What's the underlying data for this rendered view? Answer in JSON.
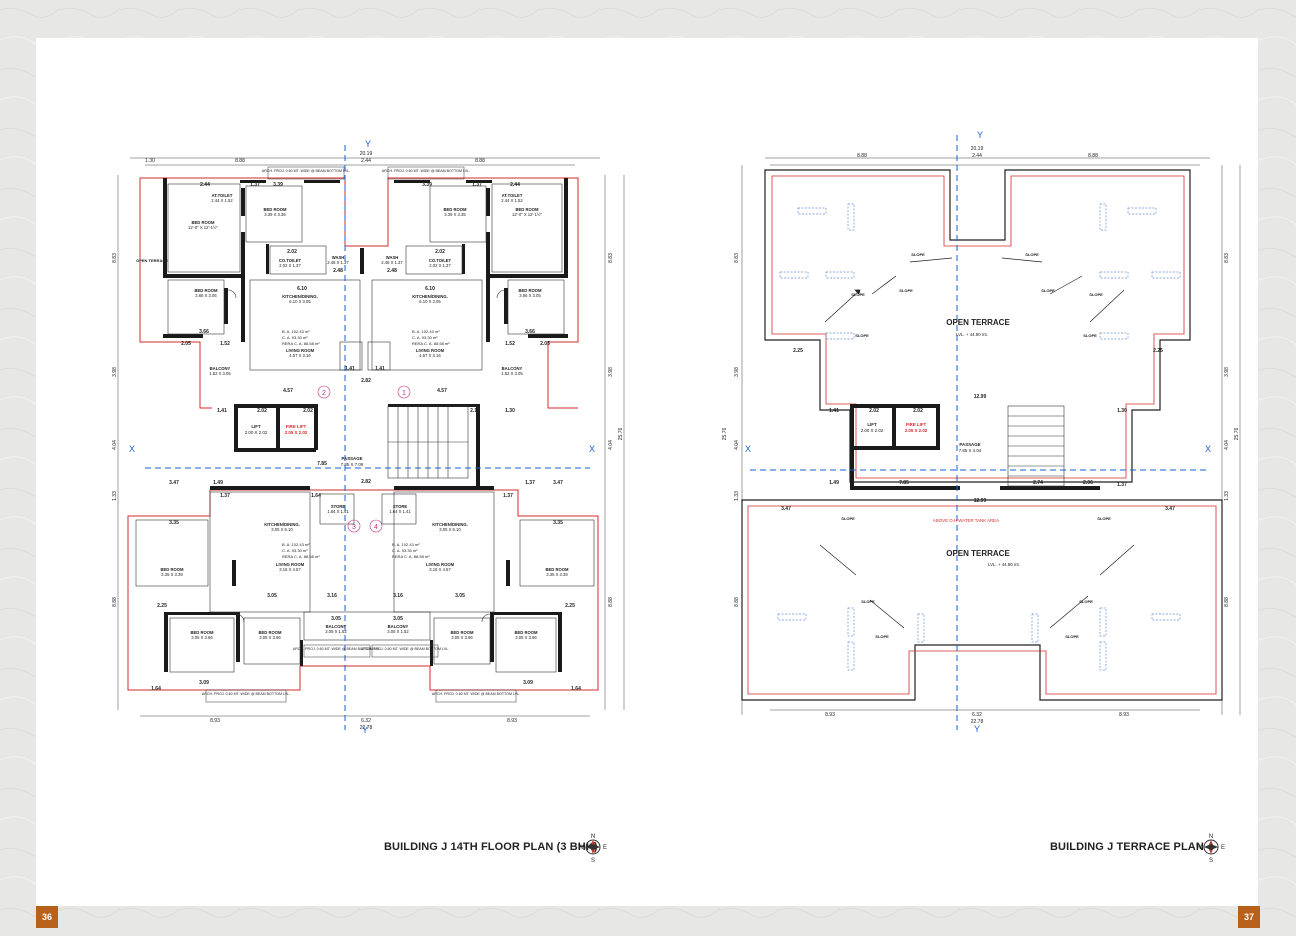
{
  "left_plan": {
    "caption": "BUILDING J 14TH FLOOR PLAN (3 BHK)",
    "dims": {
      "top_total": "20.19",
      "top_core": "2.44",
      "top_left": "8.88",
      "top_right": "8.88",
      "top_first": "1.30",
      "bottom_total": "22.78",
      "bottom_core": "6.32",
      "bottom_left": "8.93",
      "bottom_right": "8.93",
      "side_total": "25.76",
      "side_top": "8.83",
      "side_mid1": "3.98",
      "side_mid2": "4.04",
      "side_mid3": "1.33",
      "side_bottom": "8.88"
    },
    "rooms": [
      {
        "name": "BED ROOM",
        "size": "3.39 X 3.35"
      },
      {
        "name": "BED ROOM",
        "size": "3.39 X 3.35"
      },
      {
        "name": "BED ROOM",
        "size": "12'-0\" X 12'-1½\""
      },
      {
        "name": "BED ROOM",
        "size": "12'-0\" X 12'-1½\""
      },
      {
        "name": "BED ROOM",
        "size": "3.66 X 3.05"
      },
      {
        "name": "BED ROOM",
        "size": "3.66 X 3.05"
      },
      {
        "name": "KITCHEN/DINING.",
        "size": "6.10 X 3.05"
      },
      {
        "name": "KITCHEN/DINING.",
        "size": "6.10 X 3.05"
      },
      {
        "name": "LIVING ROOM",
        "size": "4.57 X 3.16"
      },
      {
        "name": "LIVING ROOM",
        "size": "4.57 X 3.16"
      },
      {
        "name": "WASH",
        "size": "2.48 X 1.37"
      },
      {
        "name": "WASH",
        "size": "2.48 X 1.37"
      },
      {
        "name": "CO.TOILET",
        "size": "2.02 X 1.37"
      },
      {
        "name": "CO.TOILET",
        "size": "2.02 X 1.37"
      },
      {
        "name": "AT.TOILET",
        "size": "2.44 X 1.52"
      },
      {
        "name": "AT.TOILET",
        "size": "2.44 X 1.52"
      },
      {
        "name": "BALCONY",
        "size": "1.52 X 3.05"
      },
      {
        "name": "BALCONY",
        "size": "1.52 X 3.05"
      },
      {
        "name": "KITCHEN/DINING.",
        "size": "3.05 X 6.10"
      },
      {
        "name": "KITCHEN/DINING.",
        "size": "3.05 X 6.10"
      },
      {
        "name": "LIVING ROOM",
        "size": "3.16 X 4.57"
      },
      {
        "name": "LIVING ROOM",
        "size": "3.16 X 4.57"
      },
      {
        "name": "BED ROOM",
        "size": "3.35 X 3.39"
      },
      {
        "name": "BED ROOM",
        "size": "3.35 X 3.39"
      },
      {
        "name": "BED ROOM",
        "size": "3.05 X 3.66"
      },
      {
        "name": "BED ROOM",
        "size": "3.05 X 3.66"
      },
      {
        "name": "BED ROOM",
        "size": "3.05 X 3.66"
      },
      {
        "name": "BED ROOM",
        "size": "3.05 X 3.66"
      },
      {
        "name": "BALCONY",
        "size": "3.05 X 1.52"
      },
      {
        "name": "BALCONY",
        "size": "3.05 X 1.52"
      },
      {
        "name": "STORE",
        "size": "1.64 X 1.41"
      },
      {
        "name": "STORE",
        "size": "1.64 X 1.41"
      }
    ],
    "areas_top": [
      "B. A. 102.43 m²",
      "C. A. 93.30 m²",
      "RERA C. A. 88.58 m²"
    ],
    "areas_bottom": [
      "B. A. 102.43 m²",
      "C. A. 93.30 m²",
      "RERA C. A. 88.58 m²"
    ],
    "core": {
      "lift": "LIFT",
      "lift_size": "2.00 X 2.02",
      "fire_lift": "FIRE LIFT",
      "fire_lift_size": "2.05 X 2.02",
      "passage": "PASSAGE",
      "passage_size": "7.85 X 7.09"
    },
    "arch_top_left": "ARCH. PROJ. 0.60 MT. WIDE @ BEAM BOTTOM LVL.",
    "arch_top_right": "ARCH. PROJ. 0.60 MT. WIDE @ BEAM BOTTOM LVL.",
    "arch_bottom_left": "ARCH. PROJ. 0.60 MT. WIDE @ BEAM BOTTOM LVL.",
    "arch_bottom_right": "ARCH. PROJ. 0.60 MT. WIDE @ BEAM BOTTOM LVL.",
    "open_terrace": "OPEN TERRACE",
    "flat_numbers": [
      "1",
      "2",
      "3",
      "4"
    ],
    "axis_x": "X",
    "axis_y": "Y"
  },
  "right_plan": {
    "caption": "BUILDING J TERRACE PLAN",
    "dims": {
      "top_total": "20.19",
      "top_core": "2.44",
      "top_left": "8.88",
      "top_right": "8.88",
      "bottom_total": "22.78",
      "bottom_core": "6.32",
      "bottom_left": "8.93",
      "bottom_right": "8.93",
      "side_total": "25.76",
      "side_top": "8.83",
      "side_mid1": "3.98",
      "side_mid2": "4.04",
      "side_mid3": "1.33",
      "side_bottom": "8.88"
    },
    "terrace_top": "OPEN TERRACE",
    "terrace_top_lvl": "LVL. + 44.90 mt.",
    "terrace_bottom": "OPEN TERRACE",
    "terrace_bottom_lvl": "LVL. + 44.90 mt.",
    "slope": "SLOPE",
    "core": {
      "lift": "LIFT",
      "lift_size": "2.00 X 2.02",
      "fire_lift": "FIRE LIFT",
      "fire_lift_size": "2.05 X 2.02",
      "passage": "PASSAGE",
      "passage_size": "7.85 X 4.04"
    },
    "tank_note": "ABOVE O.H WATER TANK AREA",
    "axis_x": "X",
    "axis_y": "Y"
  },
  "compass": {
    "n": "N",
    "s": "S",
    "e": "E",
    "w": "W"
  },
  "page_left": "36",
  "page_right": "37",
  "colors": {
    "wall": "#1a1a1a",
    "outline_red": "#d42b2b",
    "axis_blue": "#1a5fd6",
    "page_badge": "#b8611a",
    "fire_lift": "#d42b2b"
  }
}
